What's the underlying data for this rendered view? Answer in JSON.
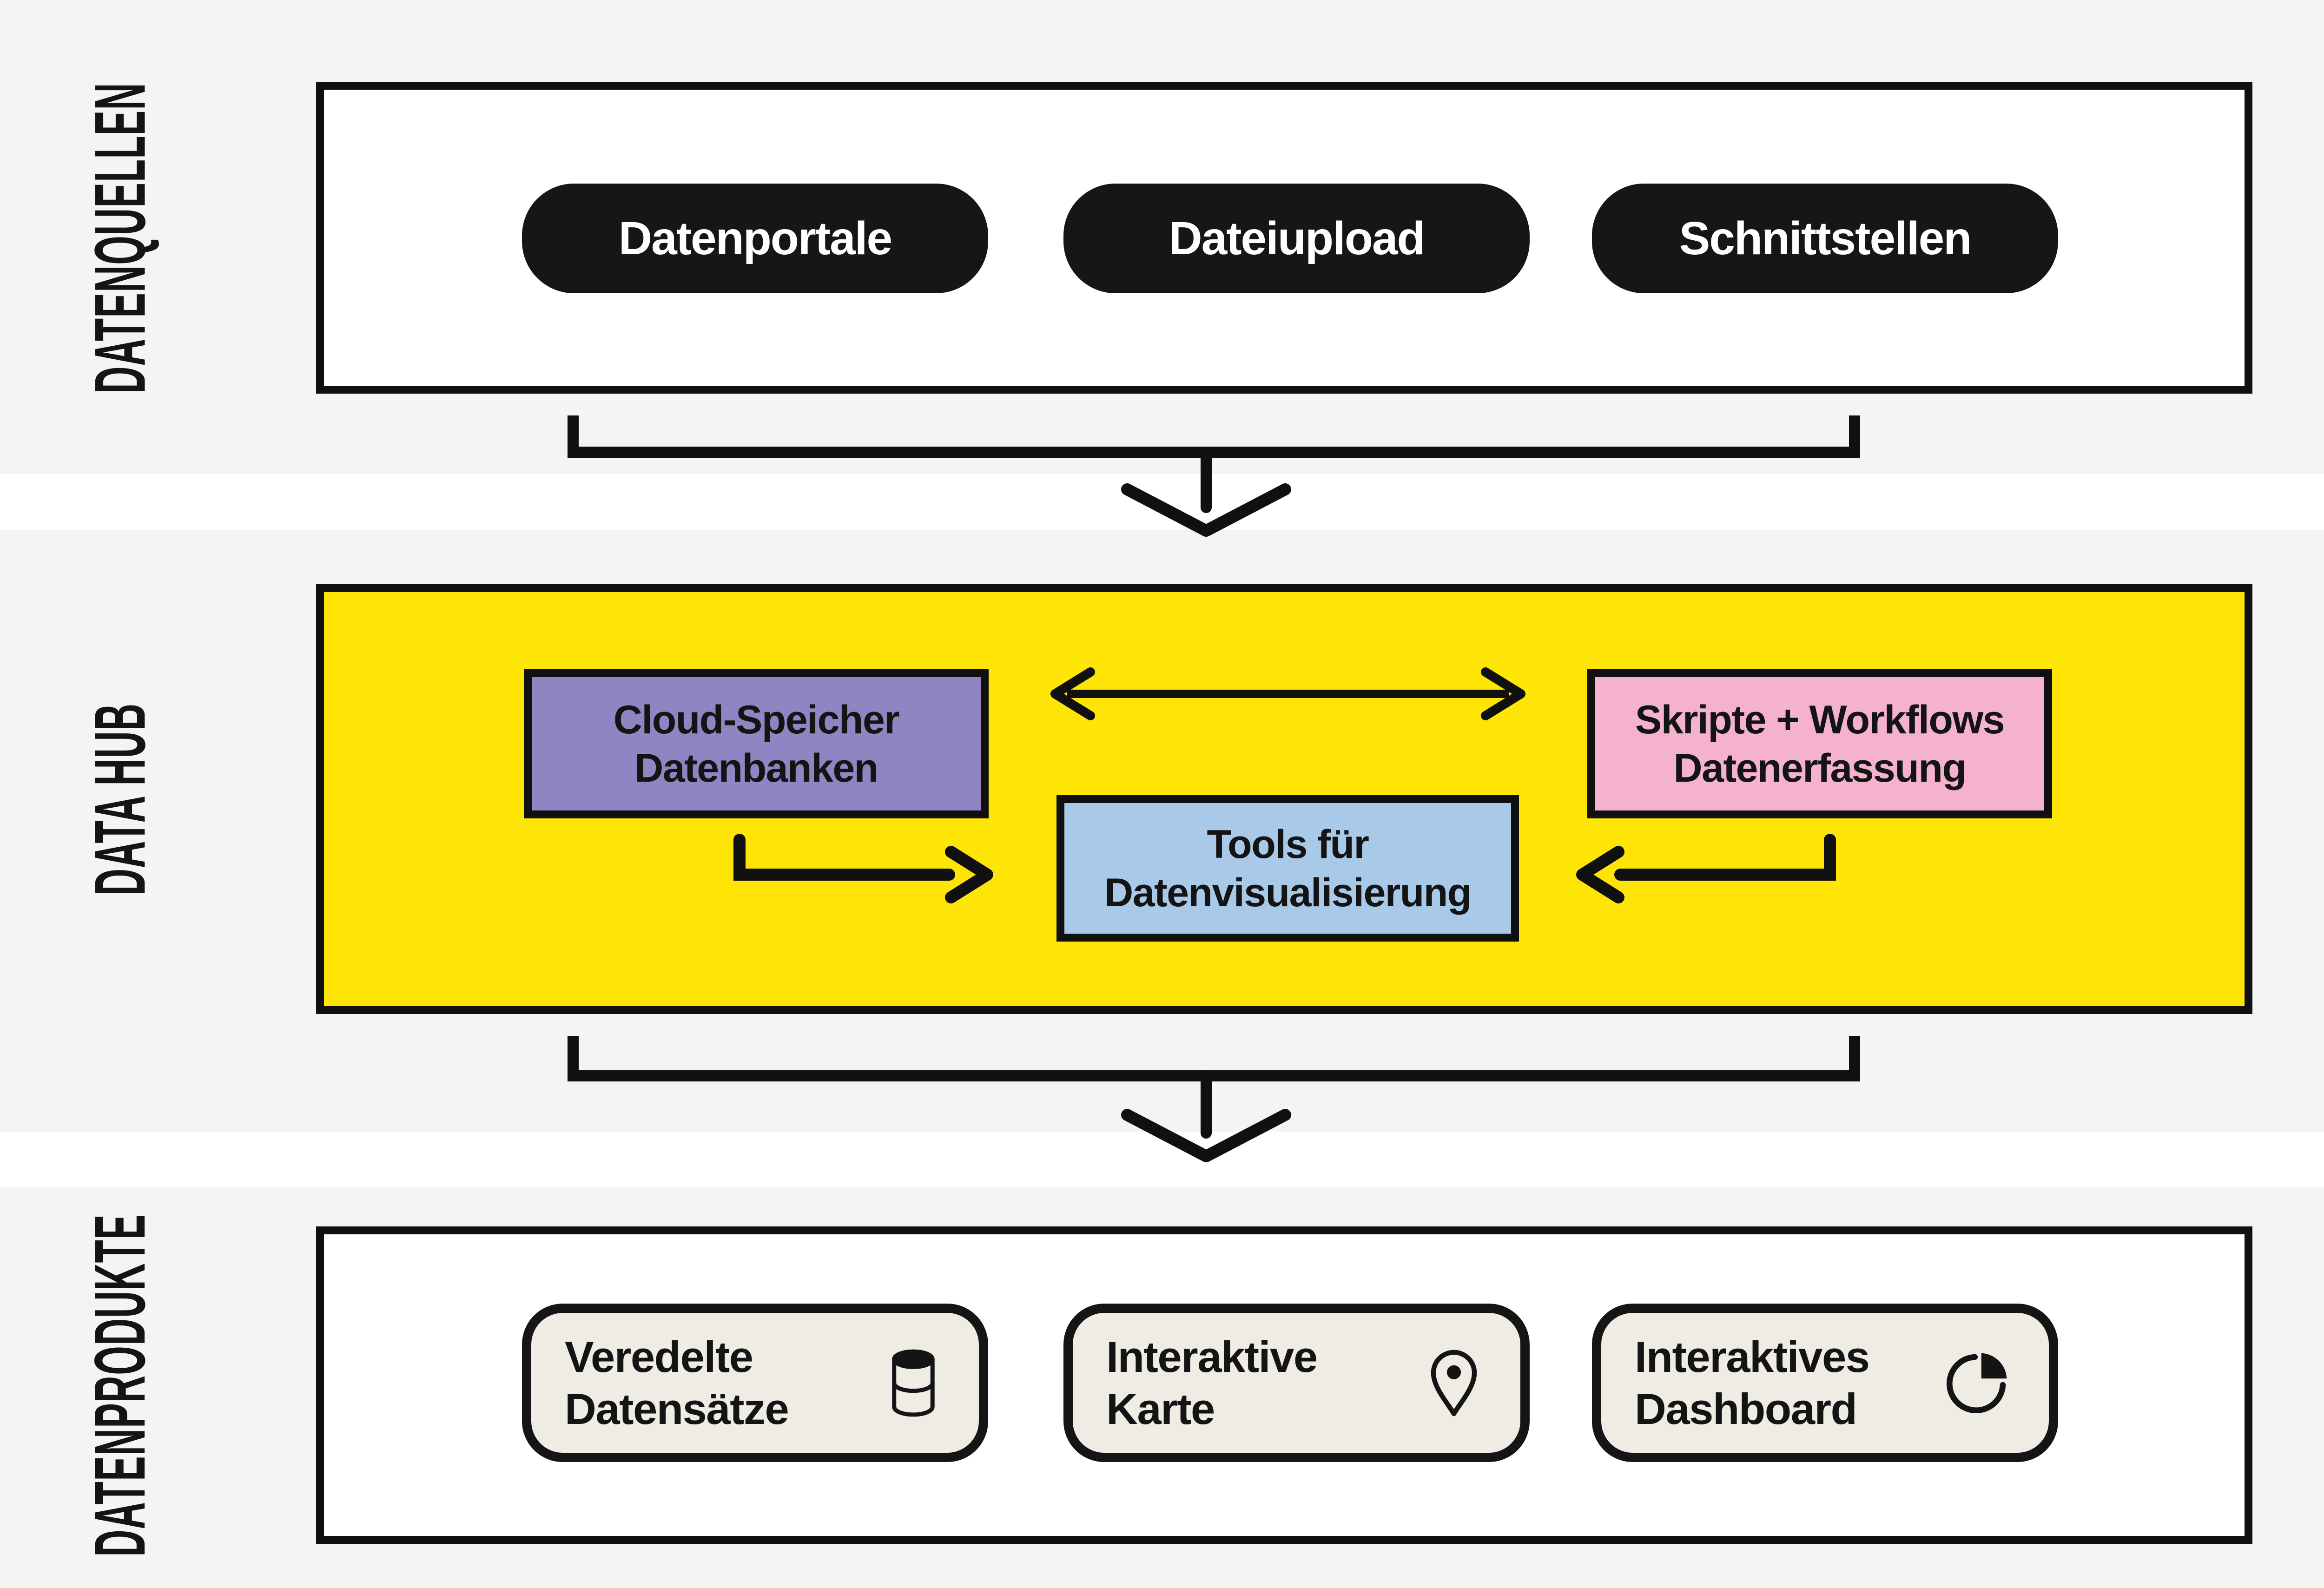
{
  "colors": {
    "background": "#F4F4F3",
    "separator_strip": "#FFFFFF",
    "panel_border": "#101010",
    "pill_black": "#161616",
    "hub_yellow": "#FFE506",
    "storage_purple": "#8E86C2",
    "scripts_pink": "#F4B2CF",
    "tools_blue": "#A9C9E9",
    "card_cream": "#EFECE4",
    "text_black": "#141414"
  },
  "sections": {
    "sources": {
      "label": "DATENQUELLEN",
      "pills": [
        "Datenportale",
        "Dateiupload",
        "Schnittstellen"
      ]
    },
    "hub": {
      "label": "DATA HUB",
      "storage_box": {
        "line1": "Cloud-Speicher",
        "line2": "Datenbanken"
      },
      "scripts_box": {
        "line1": "Skripte + Workflows",
        "line2": "Datenerfassung"
      },
      "tools_box": {
        "line1": "Tools für",
        "line2": "Datenvisualisierung"
      }
    },
    "products": {
      "label": "DATENPRODUKTE",
      "cards": [
        {
          "line1": "Veredelte",
          "line2": "Datensätze",
          "icon": "database-icon"
        },
        {
          "line1": "Interaktive",
          "line2": "Karte",
          "icon": "location-pin-icon"
        },
        {
          "line1": "Interaktives",
          "line2": "Dashboard",
          "icon": "pie-chart-icon"
        }
      ]
    }
  }
}
